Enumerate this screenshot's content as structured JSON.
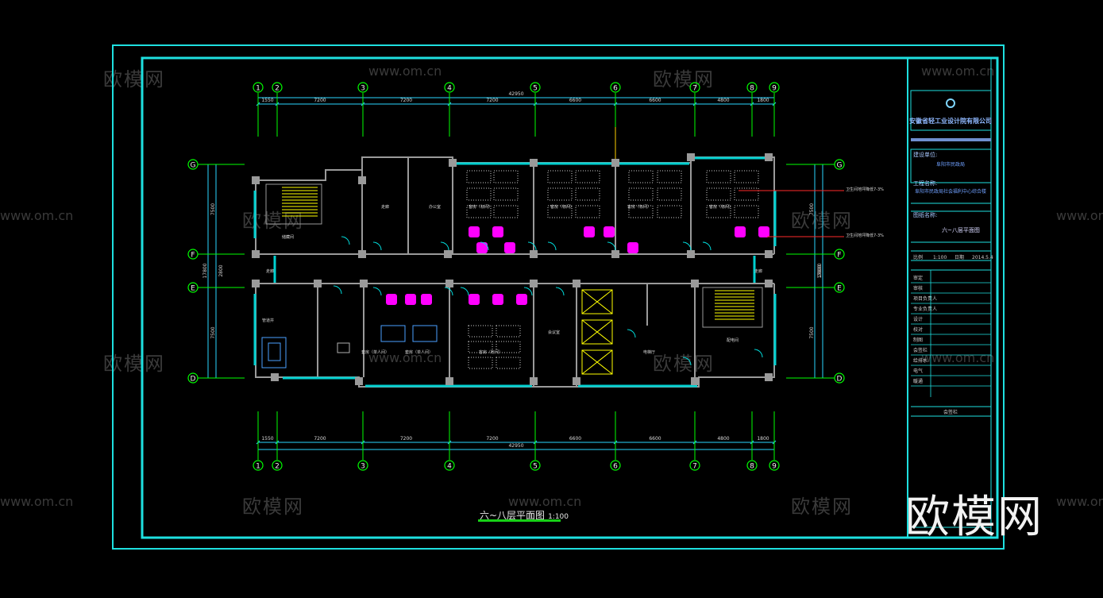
{
  "drawing": {
    "title": "六~八层平面图",
    "scale": "1:100",
    "total_dimension": "42950",
    "axes_numbers": [
      "1",
      "2",
      "3",
      "4",
      "5",
      "6",
      "7",
      "8",
      "9"
    ],
    "axes_letters": [
      "G",
      "F",
      "E",
      "D"
    ],
    "bay_dimensions": [
      "1550",
      "7200",
      "7200",
      "7200",
      "6600",
      "6600",
      "4800",
      "1800"
    ],
    "depth_dims_outer": [
      "7500",
      "17800",
      "7500"
    ],
    "depth_dims_inner": [
      "2800"
    ],
    "annotations": [
      "卫生间地坪降低7-3%",
      "卫生间地坪降低7-3%"
    ],
    "rooms": [
      "客房（标间）",
      "客房（标间）",
      "客房（标间）",
      "客房（标间）",
      "客房（标间）",
      "客房（标间）",
      "客房（标间）",
      "套房（单人间）",
      "套房（单人间）",
      "储藏间",
      "配电间",
      "走廊",
      "办公室",
      "会议室",
      "电梯厅",
      "管道井"
    ]
  },
  "title_block": {
    "company": "安徽省轻工业设计院有限公司",
    "project_label": "建设单位:",
    "project_value": "阜阳市民政局",
    "engineering_label": "工程名称:",
    "engineering_value": "阜阳市民政局社会福利中心综合楼",
    "drawing_name_label": "图纸名称:",
    "drawing_name_value": "六~八层平面图",
    "rows": [
      "审定",
      "审核",
      "项目负责人",
      "专业负责人",
      "设计",
      "校对",
      "制图",
      "会签栏",
      "给排水",
      "电气",
      "暖通"
    ],
    "bottom_label": "会签栏",
    "date_label": "日期",
    "date_value": "2014.5.4",
    "scale_label": "比例",
    "scale_value": "1:100"
  },
  "watermark": {
    "brand": "欧模网",
    "url": "www.om.cn"
  },
  "colors": {
    "wall": "#9a9a9a",
    "grid": "#00ff00",
    "frame": "#1ee0e0",
    "fixture": "#ff00ff",
    "stair": "#ffff00",
    "window": "#00d0d0",
    "dim": "#2ad6ff",
    "leader": "#ff2a2a",
    "text": "#d8d8d8"
  }
}
